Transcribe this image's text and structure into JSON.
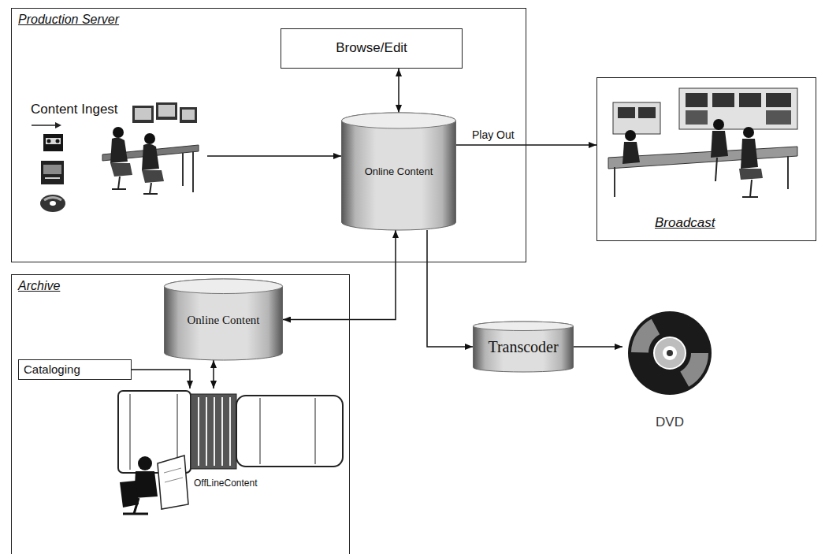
{
  "diagram": {
    "nodes": [
      {
        "text": [
          "Production Server"
        ]
      },
      {
        "text": [
          "Browse/Edit"
        ],
        "in": 0
      },
      {
        "text": [
          "Content Ingest"
        ],
        "in": 0
      },
      {
        "text": [
          "Online Content"
        ],
        "in": 0
      },
      {
        "text": [
          "Broadcast"
        ]
      },
      {
        "text": [
          "Archive"
        ]
      },
      {
        "text": [
          "Online Content"
        ],
        "in": 5
      },
      {
        "text": [
          "Cataloging"
        ],
        "in": 5
      },
      {
        "text": [
          "OffLineContent"
        ],
        "in": 5
      },
      {
        "text": [
          "Transcoder"
        ]
      },
      {
        "text": [
          "DVD"
        ]
      }
    ],
    "edges": [
      {
        "from": 1,
        "to": 3,
        "arrow": "both"
      },
      {
        "from": 2,
        "to": 3,
        "arrow": "to"
      },
      {
        "from": 3,
        "to": 4,
        "label": "Play Out",
        "arrow": "to"
      },
      {
        "from": 3,
        "to": 6,
        "arrow": "both"
      },
      {
        "from": 3,
        "to": 9,
        "arrow": "to"
      },
      {
        "from": 9,
        "to": 10,
        "arrow": "to"
      },
      {
        "from": 7,
        "to": 8,
        "arrow": "to"
      },
      {
        "from": 6,
        "to": 8,
        "arrow": "both"
      }
    ]
  }
}
